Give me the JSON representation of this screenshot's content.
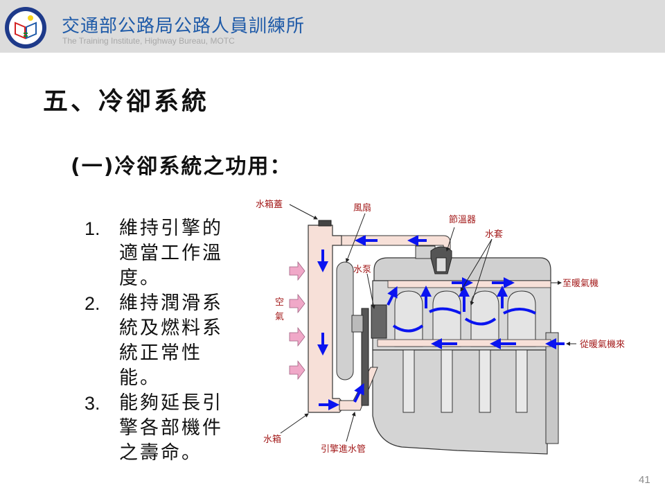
{
  "header": {
    "org_name_cn": "交通部公路局公路人員訓練所",
    "org_name_en": "The Training Institute, Highway Bureau,  MOTC",
    "logo_icon": "institute-seal-logo"
  },
  "slide": {
    "title": "五、冷卻系統",
    "subtitle": "(一)冷卻系統之功用：",
    "items": [
      {
        "num": "1.",
        "text": "維持引擎的適當工作溫度。"
      },
      {
        "num": "2.",
        "text": "維持潤滑系統及燃料系統正常性能。"
      },
      {
        "num": "3.",
        "text": "能夠延長引擎各部機件之壽命。"
      }
    ],
    "page_number": "41"
  },
  "diagram": {
    "labels": {
      "radiator_cap": "水箱蓋",
      "fan": "風扇",
      "thermostat": "節溫器",
      "water_jacket": "水套",
      "water_pump": "水泵",
      "to_heater": "至暖氣機",
      "air_1": "空",
      "air_2": "氣",
      "from_heater": "從暖氣機來",
      "radiator": "水箱",
      "inlet_hose": "引擎進水管"
    },
    "colors": {
      "coolant": "#f7e0d8",
      "flow_arrow": "#0a14f0",
      "air_arrow": "#f0a8c8",
      "engine": "#c8c8c8",
      "label": "#a31a1a"
    }
  }
}
